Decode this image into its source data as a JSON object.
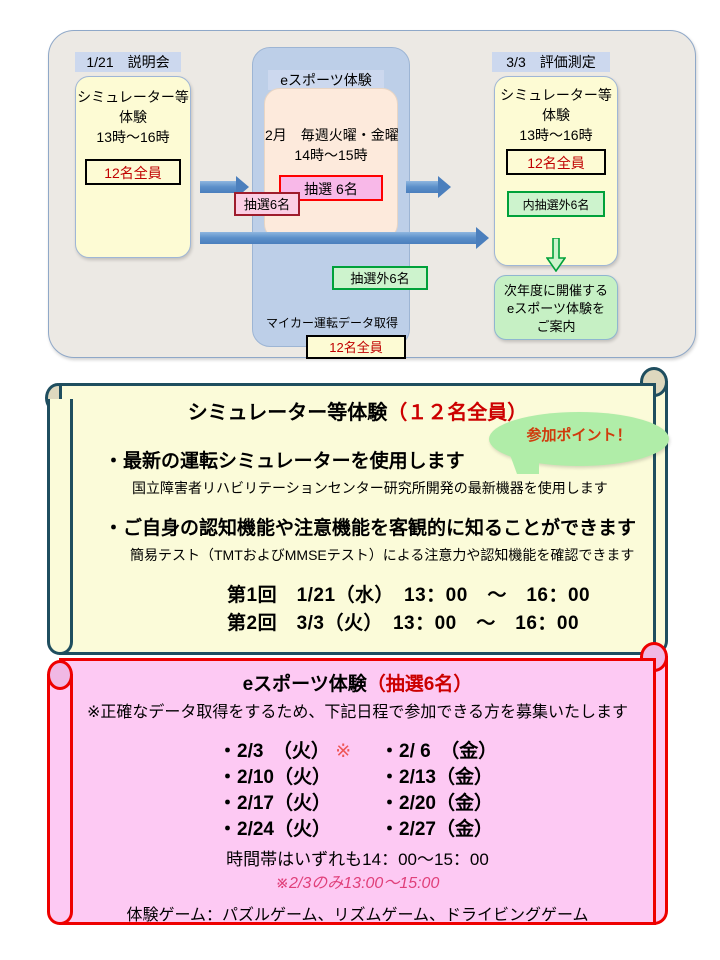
{
  "flow": {
    "stages": [
      {
        "header": "1/21　説明会"
      },
      {
        "header": "eスポーツ体験"
      },
      {
        "header": "3/3　評価測定"
      }
    ],
    "node_session1": {
      "line1": "シミュレーター等",
      "line2": "体験",
      "line3": "13時〜16時",
      "tag": "12名全員"
    },
    "node_esports": {
      "line1": "2月　毎週火曜・金曜",
      "line2": "14時〜15時",
      "tag": "抽選 6名"
    },
    "node_session2": {
      "line1": "シミュレーター等",
      "line2": "体験",
      "line3": "13時〜16時",
      "tag_all": "12名全員",
      "tag_out": "内抽選外6名"
    },
    "node_next_year": {
      "line1": "次年度に開催する",
      "line2": "eスポーツ体験を",
      "line3": "ご案内"
    },
    "tag_lottery_1": "抽選6名",
    "tag_lottery_out": "抽選外6名",
    "label_car_data": "マイカー運転データ取得",
    "tag_car_data_all": "12名全員"
  },
  "sim_section": {
    "title_main": "シミュレーター等体験",
    "title_red": "（１２名全員）",
    "callout": "参加ポイント！",
    "bullet1": "・最新の運転シミュレーターを使用します",
    "bullet1_sub": "国立障害者リハビリテーションセンター研究所開発の最新機器を使用します",
    "bullet2": "・ご自身の認知機能や注意機能を客観的に知ることができます",
    "bullet2_sub": "簡易テスト（TMTおよびMMSEテスト）による注意力や認知機能を確認できます",
    "session1": "第1回　1/21（水）　13：00　〜　16：00",
    "session2": "第2回　3/3（火）　13：00　〜　16：00"
  },
  "esports_section": {
    "title_main": "eスポーツ体験",
    "title_red": "（抽選6名）",
    "note": "※正確なデータ取得をするため、下記日程で参加できる方を募集いたします",
    "date_rows": [
      {
        "left": "・2/3　（火）",
        "left_mark": "※",
        "right": "・2/ 6　（金）"
      },
      {
        "left": "・2/10（火）",
        "left_mark": "",
        "right": "・2/13（金）"
      },
      {
        "left": "・2/17（火）",
        "left_mark": "",
        "right": "・2/20（金）"
      },
      {
        "left": "・2/24（火）",
        "left_mark": "",
        "right": "・2/27（金）"
      }
    ],
    "time_all": "時間帯はいずれも14：00〜15：00",
    "time_note": "※2/3のみ13:00〜15:00",
    "games": "体験ゲーム：パズルゲーム、リズムゲーム、ドライビングゲーム"
  },
  "colors": {
    "yellow_panel": "#fbfbd9",
    "yellow_border": "#1f4e5f",
    "pink_panel": "#fdc9f3",
    "pink_border": "#ee0000",
    "accent_red": "#cc0000",
    "arrow_blue": "#4b7fbd",
    "green_tag": "#00a13a"
  }
}
